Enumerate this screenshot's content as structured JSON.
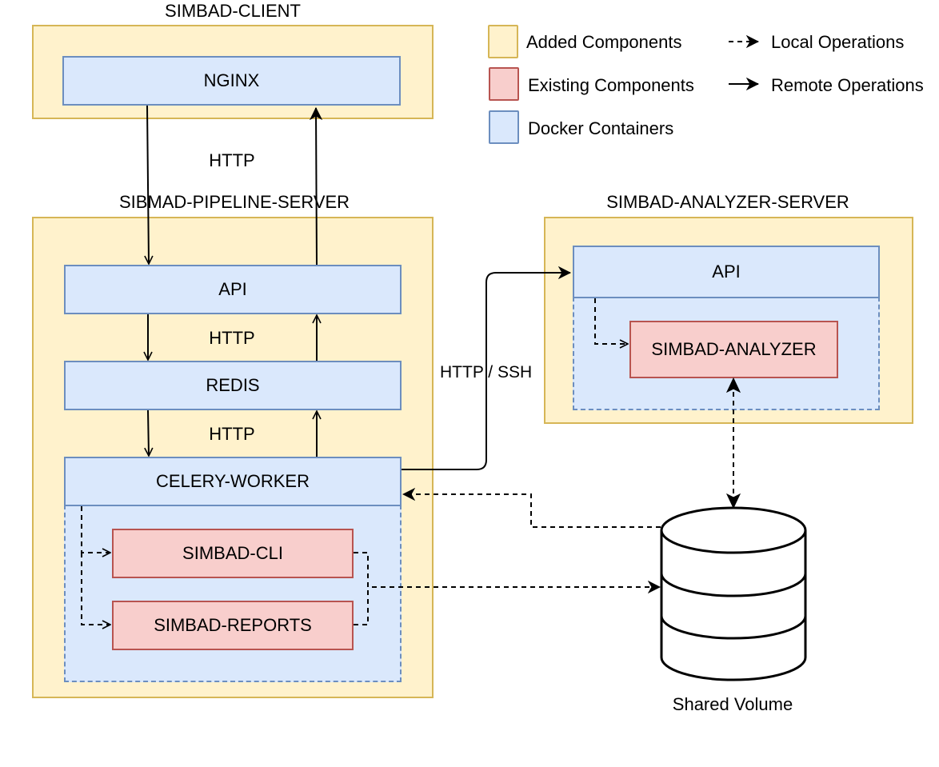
{
  "client": {
    "title": "SIMBAD-CLIENT",
    "nginx": "NGINX"
  },
  "pipeline": {
    "title": "SIBMAD-PIPELINE-SERVER",
    "api": "API",
    "redis": "REDIS",
    "celery": "CELERY-WORKER",
    "cli": "SIMBAD-CLI",
    "reports": "SIMBAD-REPORTS"
  },
  "analyzer": {
    "title": "SIMBAD-ANALYZER-SERVER",
    "api": "API",
    "analyzer": "SIMBAD-ANALYZER"
  },
  "edges": {
    "http_client": "HTTP",
    "http_api_redis": "HTTP",
    "http_redis_celery": "HTTP",
    "http_ssh": "HTTP / SSH"
  },
  "storage": {
    "label": "Shared Volume"
  },
  "legend": {
    "added": "Added Components",
    "existing": "Existing Components",
    "docker": "Docker Containers",
    "local": "Local Operations",
    "remote": "Remote Operations"
  },
  "colors": {
    "added_fill": "#fff2cc",
    "added_stroke": "#d6b656",
    "existing_fill": "#f8cecc",
    "existing_stroke": "#b85450",
    "docker_fill": "#dae8fc",
    "docker_stroke": "#6c8ebf"
  }
}
